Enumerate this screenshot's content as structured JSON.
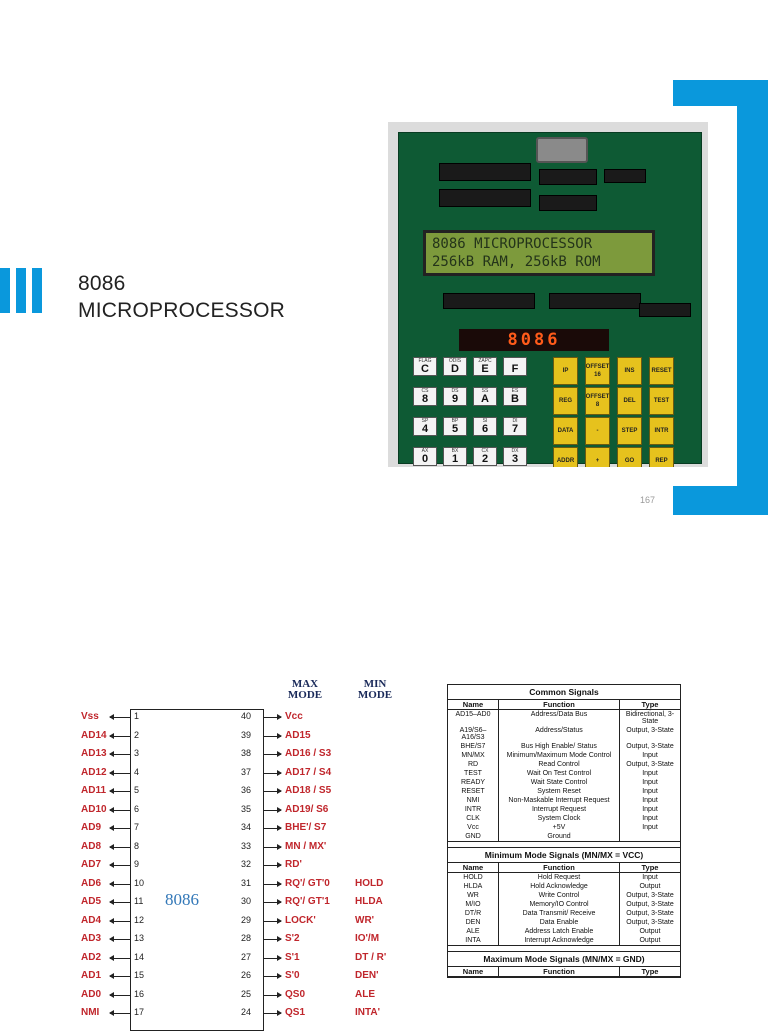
{
  "slide": {
    "title_line1": "8086",
    "title_line2": "MICROPROCESSOR",
    "page_number": "167",
    "accent_color": "#0a98dc"
  },
  "board_photo": {
    "lcd_line1": "8086 MICROPROCESSOR",
    "lcd_line2": "256kB RAM, 256kB ROM",
    "seven_segment": "8086",
    "keys": [
      {
        "small": "FLAG",
        "main": "C"
      },
      {
        "small": "ODIS",
        "main": "D"
      },
      {
        "small": "ZAPC",
        "main": "E"
      },
      {
        "small": "",
        "main": "F"
      },
      {
        "small": "CS",
        "main": "8"
      },
      {
        "small": "DS",
        "main": "9"
      },
      {
        "small": "SS",
        "main": "A"
      },
      {
        "small": "ES",
        "main": "B"
      },
      {
        "small": "SP",
        "main": "4"
      },
      {
        "small": "BP",
        "main": "5"
      },
      {
        "small": "SI",
        "main": "6"
      },
      {
        "small": "DI",
        "main": "7"
      },
      {
        "small": "AX",
        "main": "0"
      },
      {
        "small": "BX",
        "main": "1"
      },
      {
        "small": "CX",
        "main": "2"
      },
      {
        "small": "DX",
        "main": "3"
      }
    ],
    "function_keys": [
      "IP",
      "OFFSET 16",
      "INS",
      "RESET",
      "REG",
      "OFFSET 8",
      "DEL",
      "TEST",
      "DATA",
      "-",
      "STEP",
      "INTR",
      "ADDR",
      "+",
      "GO",
      "REP"
    ]
  },
  "pinout": {
    "chip_label": "8086",
    "max_mode_label": "MAX\nMODE",
    "min_mode_label": "MIN\nMODE",
    "rows": [
      {
        "left": "Vss",
        "lpin": "1",
        "rpin": "40",
        "right": "Vcc",
        "min": ""
      },
      {
        "left": "AD14",
        "lpin": "2",
        "rpin": "39",
        "right": "AD15",
        "min": ""
      },
      {
        "left": "AD13",
        "lpin": "3",
        "rpin": "38",
        "right": "AD16 / S3",
        "min": ""
      },
      {
        "left": "AD12",
        "lpin": "4",
        "rpin": "37",
        "right": "AD17 / S4",
        "min": ""
      },
      {
        "left": "AD11",
        "lpin": "5",
        "rpin": "36",
        "right": "AD18 / S5",
        "min": ""
      },
      {
        "left": "AD10",
        "lpin": "6",
        "rpin": "35",
        "right": "AD19/ S6",
        "min": ""
      },
      {
        "left": "AD9",
        "lpin": "7",
        "rpin": "34",
        "right": "BHE'/ S7",
        "min": ""
      },
      {
        "left": "AD8",
        "lpin": "8",
        "rpin": "33",
        "right": "MN / MX'",
        "min": ""
      },
      {
        "left": "AD7",
        "lpin": "9",
        "rpin": "32",
        "right": "RD'",
        "min": ""
      },
      {
        "left": "AD6",
        "lpin": "10",
        "rpin": "31",
        "right": "RQ'/ GT'0",
        "min": "HOLD"
      },
      {
        "left": "AD5",
        "lpin": "11",
        "rpin": "30",
        "right": "RQ'/ GT'1",
        "min": "HLDA"
      },
      {
        "left": "AD4",
        "lpin": "12",
        "rpin": "29",
        "right": "LOCK'",
        "min": "WR'"
      },
      {
        "left": "AD3",
        "lpin": "13",
        "rpin": "28",
        "right": "S'2",
        "min": "IO'/M"
      },
      {
        "left": "AD2",
        "lpin": "14",
        "rpin": "27",
        "right": "S'1",
        "min": "DT / R'"
      },
      {
        "left": "AD1",
        "lpin": "15",
        "rpin": "26",
        "right": "S'0",
        "min": "DEN'"
      },
      {
        "left": "AD0",
        "lpin": "16",
        "rpin": "25",
        "right": "QS0",
        "min": "ALE"
      },
      {
        "left": "NMI",
        "lpin": "17",
        "rpin": "24",
        "right": "QS1",
        "min": "INTA'"
      }
    ]
  },
  "signal_table": {
    "common_title": "Common Signals",
    "headers": [
      "Name",
      "Function",
      "Type"
    ],
    "common_rows": [
      [
        "AD15–AD0",
        "Address/Data Bus",
        "Bidirectional, 3-State"
      ],
      [
        "A19/S6– A16/S3",
        "Address/Status",
        "Output, 3-State"
      ],
      [
        "BHE/S7",
        "Bus High Enable/ Status",
        "Output, 3-State"
      ],
      [
        "MN/MX",
        "Minimum/Maximum Mode Control",
        "Input"
      ],
      [
        "RD",
        "Read Control",
        "Output, 3-State"
      ],
      [
        "TEST",
        "Wait On Test Control",
        "Input"
      ],
      [
        "READY",
        "Wait State Control",
        "Input"
      ],
      [
        "RESET",
        "System Reset",
        "Input"
      ],
      [
        "NMI",
        "Non-Maskable Interrupt Request",
        "Input"
      ],
      [
        "INTR",
        "Interrupt Request",
        "Input"
      ],
      [
        "CLK",
        "System Clock",
        "Input"
      ],
      [
        "Vcc",
        "+5V",
        "Input"
      ],
      [
        "GND",
        "Ground",
        ""
      ]
    ],
    "min_title": "Minimum Mode Signals (MN/MX = VCC)",
    "min_rows": [
      [
        "HOLD",
        "Hold Request",
        "Input"
      ],
      [
        "HLDA",
        "Hold Acknowledge",
        "Output"
      ],
      [
        "WR",
        "Write Control",
        "Output, 3-State"
      ],
      [
        "M/IO",
        "Memory/IO Control",
        "Output, 3-State"
      ],
      [
        "DT/R",
        "Data Transmit/ Receive",
        "Output, 3-State"
      ],
      [
        "DEN",
        "Data Enable",
        "Output, 3-State"
      ],
      [
        "ALE",
        "Address Latch Enable",
        "Output"
      ],
      [
        "INTA",
        "Interrupt Acknowledge",
        "Output"
      ]
    ],
    "max_title": "Maximum Mode Signals (MN/MX = GND)",
    "max_headers": [
      "Name",
      "Function",
      "Type"
    ]
  }
}
